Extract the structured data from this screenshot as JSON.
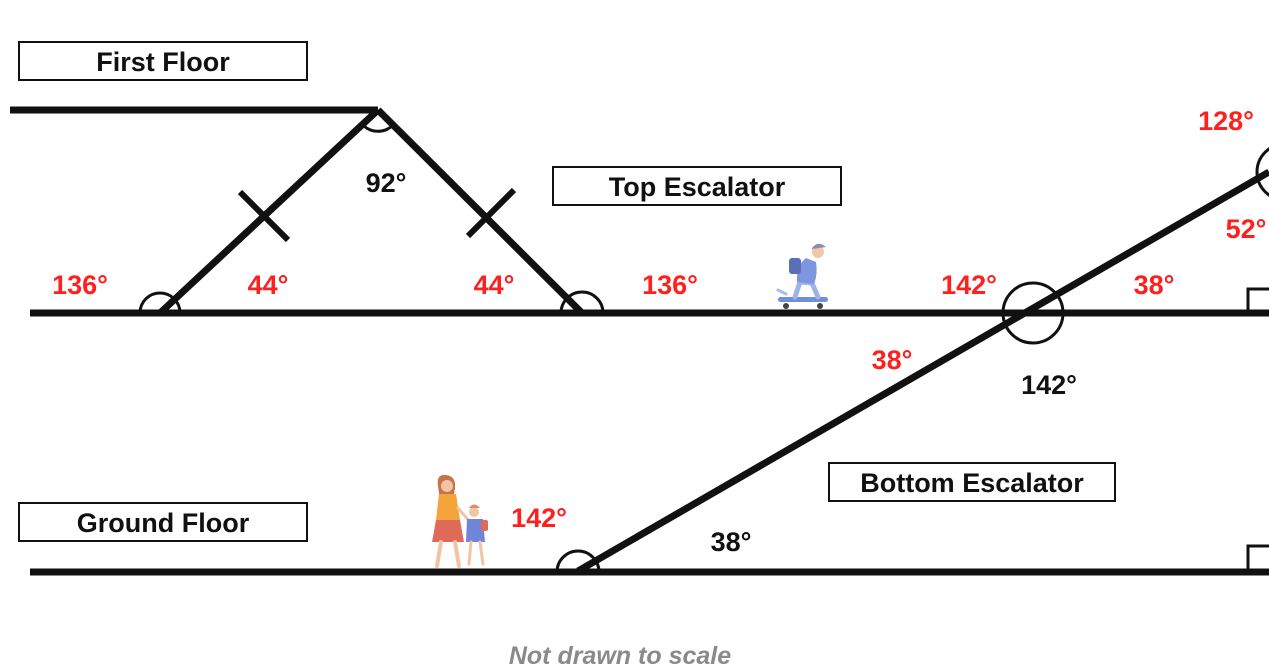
{
  "labels": {
    "first_floor": "First Floor",
    "top_escalator": "Top Escalator",
    "ground_floor": "Ground Floor",
    "bottom_escalator": "Bottom Escalator",
    "note": "Not drawn to scale"
  },
  "angles": {
    "apex": "92°",
    "left_base_inner": "44°",
    "left_base_outer": "136°",
    "right_base_inner": "44°",
    "right_base_outer": "136°",
    "mid_upper_left": "142°",
    "mid_upper_right": "38°",
    "mid_lower_left": "38°",
    "mid_lower_right": "142°",
    "right_top_outer": "128°",
    "right_top_inner": "52°",
    "bottom_left_outer": "142°",
    "bottom_inner": "38°"
  },
  "colors": {
    "line": "#111111",
    "given_angle": "#111111",
    "derived_angle": "#ff1f1f",
    "note": "#8a8a8a"
  },
  "icons": {
    "skateboarder": "skateboarder-icon",
    "walkers": "mother-child-icon"
  }
}
